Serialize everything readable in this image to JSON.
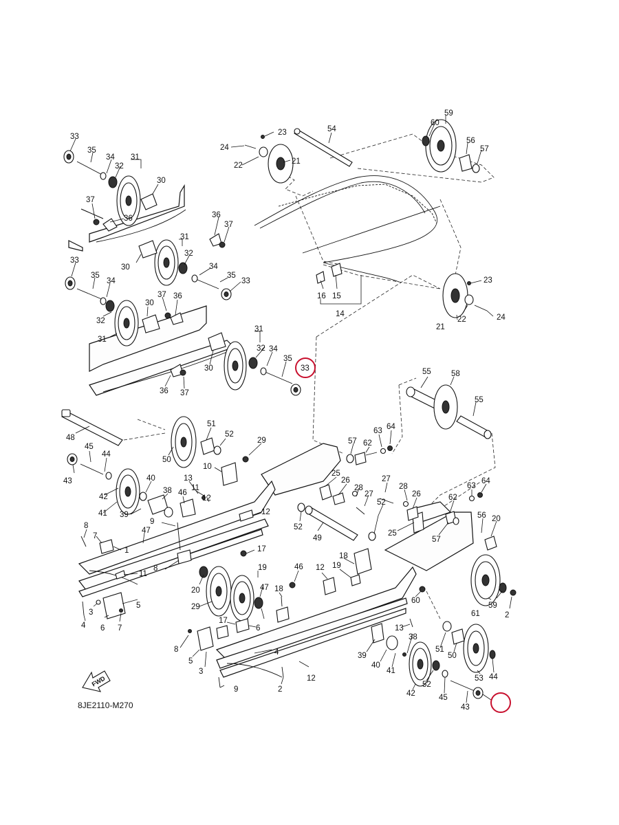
{
  "diagram": {
    "code_label": "8JE2110-M270",
    "fwd_label": "FWD",
    "highlight_color": "#c8102e",
    "callouts": [
      {
        "id": "c-33-a",
        "text": "33"
      },
      {
        "id": "c-35-a",
        "text": "35"
      },
      {
        "id": "c-34-a",
        "text": "34"
      },
      {
        "id": "c-32-a",
        "text": "32"
      },
      {
        "id": "c-31-a",
        "text": "31"
      },
      {
        "id": "c-30-a",
        "text": "30"
      },
      {
        "id": "c-37-a",
        "text": "37"
      },
      {
        "id": "c-36-a",
        "text": "36"
      },
      {
        "id": "c-36-b",
        "text": "36"
      },
      {
        "id": "c-37-b",
        "text": "37"
      },
      {
        "id": "c-31-b",
        "text": "31"
      },
      {
        "id": "c-32-b",
        "text": "32"
      },
      {
        "id": "c-30-b",
        "text": "30"
      },
      {
        "id": "c-34-b",
        "text": "34"
      },
      {
        "id": "c-35-b",
        "text": "35"
      },
      {
        "id": "c-33-b",
        "text": "33"
      },
      {
        "id": "c-33-c",
        "text": "33"
      },
      {
        "id": "c-35-c",
        "text": "35"
      },
      {
        "id": "c-34-c",
        "text": "34"
      },
      {
        "id": "c-37-c",
        "text": "37"
      },
      {
        "id": "c-30-c",
        "text": "30"
      },
      {
        "id": "c-36-c",
        "text": "36"
      },
      {
        "id": "c-32-c",
        "text": "32"
      },
      {
        "id": "c-31-c",
        "text": "31"
      },
      {
        "id": "c-31-d",
        "text": "31"
      },
      {
        "id": "c-32-d",
        "text": "32"
      },
      {
        "id": "c-34-d",
        "text": "34"
      },
      {
        "id": "c-35-d",
        "text": "35"
      },
      {
        "id": "c-30-d",
        "text": "30"
      },
      {
        "id": "c-36-d",
        "text": "36"
      },
      {
        "id": "c-37-d",
        "text": "37"
      },
      {
        "id": "c-33-hl",
        "text": "33"
      },
      {
        "id": "c-23-a",
        "text": "23"
      },
      {
        "id": "c-24-a",
        "text": "24"
      },
      {
        "id": "c-22-a",
        "text": "22"
      },
      {
        "id": "c-21-a",
        "text": "21"
      },
      {
        "id": "c-54",
        "text": "54"
      },
      {
        "id": "c-59",
        "text": "59"
      },
      {
        "id": "c-60-a",
        "text": "60"
      },
      {
        "id": "c-56-a",
        "text": "56"
      },
      {
        "id": "c-57-a",
        "text": "57"
      },
      {
        "id": "c-16",
        "text": "16"
      },
      {
        "id": "c-15",
        "text": "15"
      },
      {
        "id": "c-14",
        "text": "14"
      },
      {
        "id": "c-23-b",
        "text": "23"
      },
      {
        "id": "c-21-b",
        "text": "21"
      },
      {
        "id": "c-22-b",
        "text": "22"
      },
      {
        "id": "c-24-b",
        "text": "24"
      },
      {
        "id": "c-55-a",
        "text": "55"
      },
      {
        "id": "c-58",
        "text": "58"
      },
      {
        "id": "c-55-b",
        "text": "55"
      },
      {
        "id": "c-57-b",
        "text": "57"
      },
      {
        "id": "c-62-a",
        "text": "62"
      },
      {
        "id": "c-63-a",
        "text": "63"
      },
      {
        "id": "c-64-a",
        "text": "64"
      },
      {
        "id": "c-48",
        "text": "48"
      },
      {
        "id": "c-51-a",
        "text": "51"
      },
      {
        "id": "c-52-a",
        "text": "52"
      },
      {
        "id": "c-29-a",
        "text": "29"
      },
      {
        "id": "c-45-a",
        "text": "45"
      },
      {
        "id": "c-44-a",
        "text": "44"
      },
      {
        "id": "c-50-a",
        "text": "50"
      },
      {
        "id": "c-43-a",
        "text": "43"
      },
      {
        "id": "c-10-a",
        "text": "10"
      },
      {
        "id": "c-25-a",
        "text": "25"
      },
      {
        "id": "c-26-a",
        "text": "26"
      },
      {
        "id": "c-27-a",
        "text": "27"
      },
      {
        "id": "c-28-a",
        "text": "28"
      },
      {
        "id": "c-26-b",
        "text": "26"
      },
      {
        "id": "c-62-b",
        "text": "62"
      },
      {
        "id": "c-63-b",
        "text": "63"
      },
      {
        "id": "c-64-b",
        "text": "64"
      },
      {
        "id": "c-40-a",
        "text": "40"
      },
      {
        "id": "c-13-a",
        "text": "13"
      },
      {
        "id": "c-11-a",
        "text": "11"
      },
      {
        "id": "c-42-a",
        "text": "42"
      },
      {
        "id": "c-38-a",
        "text": "38"
      },
      {
        "id": "c-46-a",
        "text": "46"
      },
      {
        "id": "c-12-a",
        "text": "12"
      },
      {
        "id": "c-28-b",
        "text": "28"
      },
      {
        "id": "c-27-b",
        "text": "27"
      },
      {
        "id": "c-41-a",
        "text": "41"
      },
      {
        "id": "c-39-a",
        "text": "39"
      },
      {
        "id": "c-12-b",
        "text": "12"
      },
      {
        "id": "c-52-b",
        "text": "52"
      },
      {
        "id": "c-49",
        "text": "49"
      },
      {
        "id": "c-52-c",
        "text": "52"
      },
      {
        "id": "c-25-b",
        "text": "25"
      },
      {
        "id": "c-57-c",
        "text": "57"
      },
      {
        "id": "c-56-b",
        "text": "56"
      },
      {
        "id": "c-20-a",
        "text": "20"
      },
      {
        "id": "c-9-a",
        "text": "9"
      },
      {
        "id": "c-8-a",
        "text": "8"
      },
      {
        "id": "c-7-a",
        "text": "7"
      },
      {
        "id": "c-1",
        "text": "1"
      },
      {
        "id": "c-47-a",
        "text": "47"
      },
      {
        "id": "c-17-a",
        "text": "17"
      },
      {
        "id": "c-8-b",
        "text": "8"
      },
      {
        "id": "c-11-b",
        "text": "11"
      },
      {
        "id": "c-18-a",
        "text": "18"
      },
      {
        "id": "c-19-a",
        "text": "19"
      },
      {
        "id": "c-47-b",
        "text": "47"
      },
      {
        "id": "c-46-b",
        "text": "46"
      },
      {
        "id": "c-12-c",
        "text": "12"
      },
      {
        "id": "c-19-b",
        "text": "19"
      },
      {
        "id": "c-20-b",
        "text": "20"
      },
      {
        "id": "c-18-b",
        "text": "18"
      },
      {
        "id": "c-29-b",
        "text": "29"
      },
      {
        "id": "c-60-b",
        "text": "60"
      },
      {
        "id": "c-59-b",
        "text": "59"
      },
      {
        "id": "c-61",
        "text": "61"
      },
      {
        "id": "c-2-a",
        "text": "2"
      },
      {
        "id": "c-5-a",
        "text": "5"
      },
      {
        "id": "c-3-a",
        "text": "3"
      },
      {
        "id": "c-4-a",
        "text": "4"
      },
      {
        "id": "c-6-a",
        "text": "6"
      },
      {
        "id": "c-7-b",
        "text": "7"
      },
      {
        "id": "c-17-b",
        "text": "17"
      },
      {
        "id": "c-6-b",
        "text": "6"
      },
      {
        "id": "c-8-c",
        "text": "8"
      },
      {
        "id": "c-4-b",
        "text": "4"
      },
      {
        "id": "c-5-b",
        "text": "5"
      },
      {
        "id": "c-3-b",
        "text": "3"
      },
      {
        "id": "c-9-b",
        "text": "9"
      },
      {
        "id": "c-2-b",
        "text": "2"
      },
      {
        "id": "c-12-d",
        "text": "12"
      },
      {
        "id": "c-13-b",
        "text": "13"
      },
      {
        "id": "c-38-b",
        "text": "38"
      },
      {
        "id": "c-39-b",
        "text": "39"
      },
      {
        "id": "c-40-b",
        "text": "40"
      },
      {
        "id": "c-41-b",
        "text": "41"
      },
      {
        "id": "c-42-b",
        "text": "42"
      },
      {
        "id": "c-52-d",
        "text": "52"
      },
      {
        "id": "c-51-b",
        "text": "51"
      },
      {
        "id": "c-50-b",
        "text": "50"
      },
      {
        "id": "c-53",
        "text": "53"
      },
      {
        "id": "c-44-b",
        "text": "44"
      },
      {
        "id": "c-45-b",
        "text": "45"
      },
      {
        "id": "c-43-hl",
        "text": "43"
      }
    ]
  }
}
